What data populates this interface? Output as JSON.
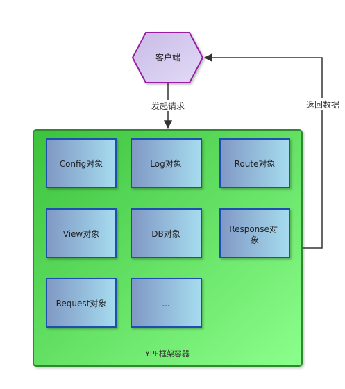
{
  "client": {
    "label": "客户端"
  },
  "edges": {
    "request": "发起请求",
    "response": "返回数据"
  },
  "container": {
    "label": "YPF框架容器"
  },
  "objects": [
    {
      "label": "Config对象"
    },
    {
      "label": "Log对象"
    },
    {
      "label": "Route对象"
    },
    {
      "label": "View对象"
    },
    {
      "label": "DB对象"
    },
    {
      "label": "Response对象"
    },
    {
      "label": "Request对象"
    },
    {
      "label": "..."
    }
  ],
  "colors": {
    "client_fill": "#d4c8ee",
    "client_stroke": "#9a1aa6",
    "container_stroke": "#2d8a2d",
    "box_stroke": "#1f4fb0",
    "edge": "#333333"
  }
}
